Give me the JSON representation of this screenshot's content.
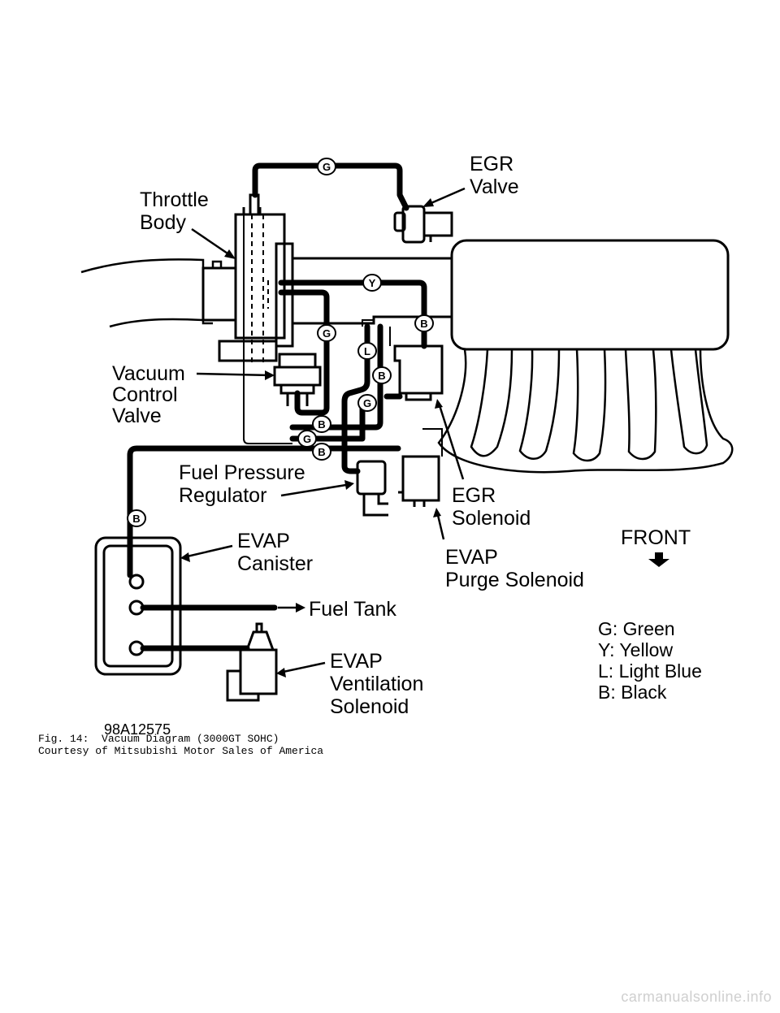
{
  "labels": {
    "throttle_body": [
      "Throttle",
      "Body"
    ],
    "egr_valve": [
      "EGR",
      "Valve"
    ],
    "vacuum_control_valve": [
      "Vacuum",
      "Control",
      "Valve"
    ],
    "fuel_pressure_regulator": [
      "Fuel Pressure",
      "Regulator"
    ],
    "evap_canister": [
      "EVAP",
      "Canister"
    ],
    "egr_solenoid": [
      "EGR",
      "Solenoid"
    ],
    "evap_purge_solenoid": [
      "EVAP",
      "Purge Solenoid"
    ],
    "fuel_tank": "Fuel Tank",
    "evap_ventilation_solenoid": [
      "EVAP",
      "Ventilation",
      "Solenoid"
    ],
    "front": "FRONT",
    "figure_code": "98A12575"
  },
  "hose_tags": {
    "g": "G",
    "y": "Y",
    "b": "B",
    "l": "L"
  },
  "legend": [
    "G: Green",
    "Y: Yellow",
    "L: Light Blue",
    "B: Black"
  ],
  "caption": {
    "line1": "Fig. 14:  Vacuum Diagram (3000GT SOHC)",
    "line2": "Courtesy of Mitsubishi Motor Sales of America"
  },
  "watermark": "carmanualsonline.info"
}
